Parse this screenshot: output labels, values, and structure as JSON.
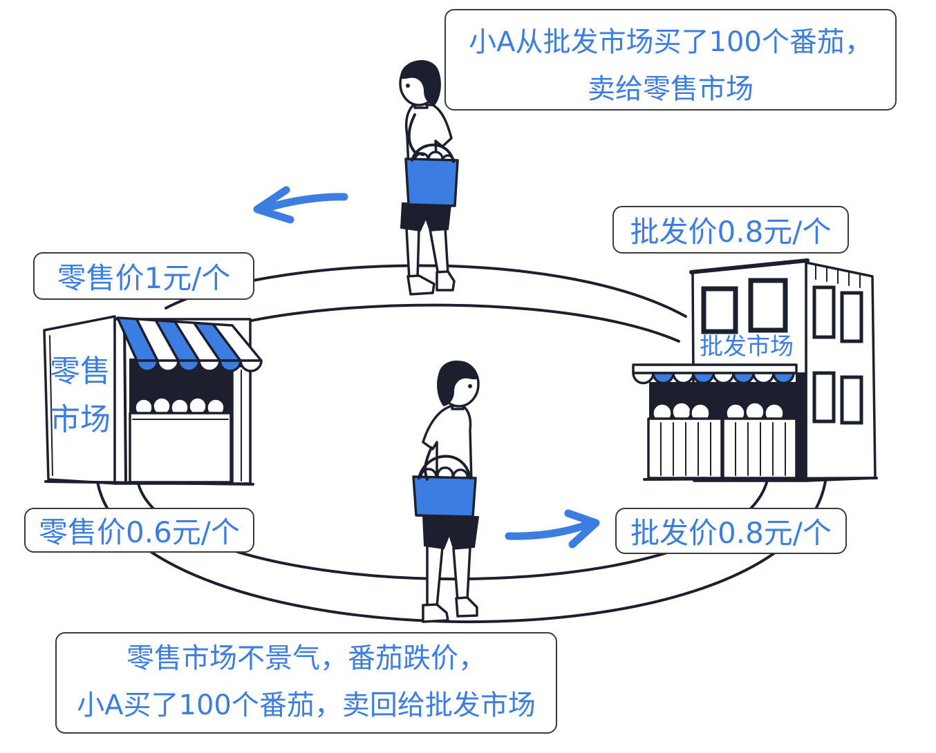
{
  "captions": {
    "buy_from_wholesale": {
      "line1": "小A从批发市场买了100个番茄，",
      "line2": "卖给零售市场"
    },
    "sell_back_to_wholesale": {
      "line1": "零售市场不景气，番茄跌价，",
      "line2": "小A买了100个番茄，卖回给批发市场"
    }
  },
  "price_tags": {
    "wholesale_before": "批发价0.8元/个",
    "retail_before": "零售价1元/个",
    "retail_after": "零售价0.6元/个",
    "wholesale_after": "批发价0.8元/个"
  },
  "markets": {
    "retail_sign": [
      "零售",
      "市场"
    ],
    "wholesale_sign": "批发市场"
  },
  "icons": {
    "upper_arrow": "arrow-left-icon",
    "lower_arrow": "arrow-right-icon"
  },
  "colors": {
    "accent_blue": "#3b7de0",
    "ink": "#1c1f2e",
    "box_border": "#3a3a3a"
  }
}
